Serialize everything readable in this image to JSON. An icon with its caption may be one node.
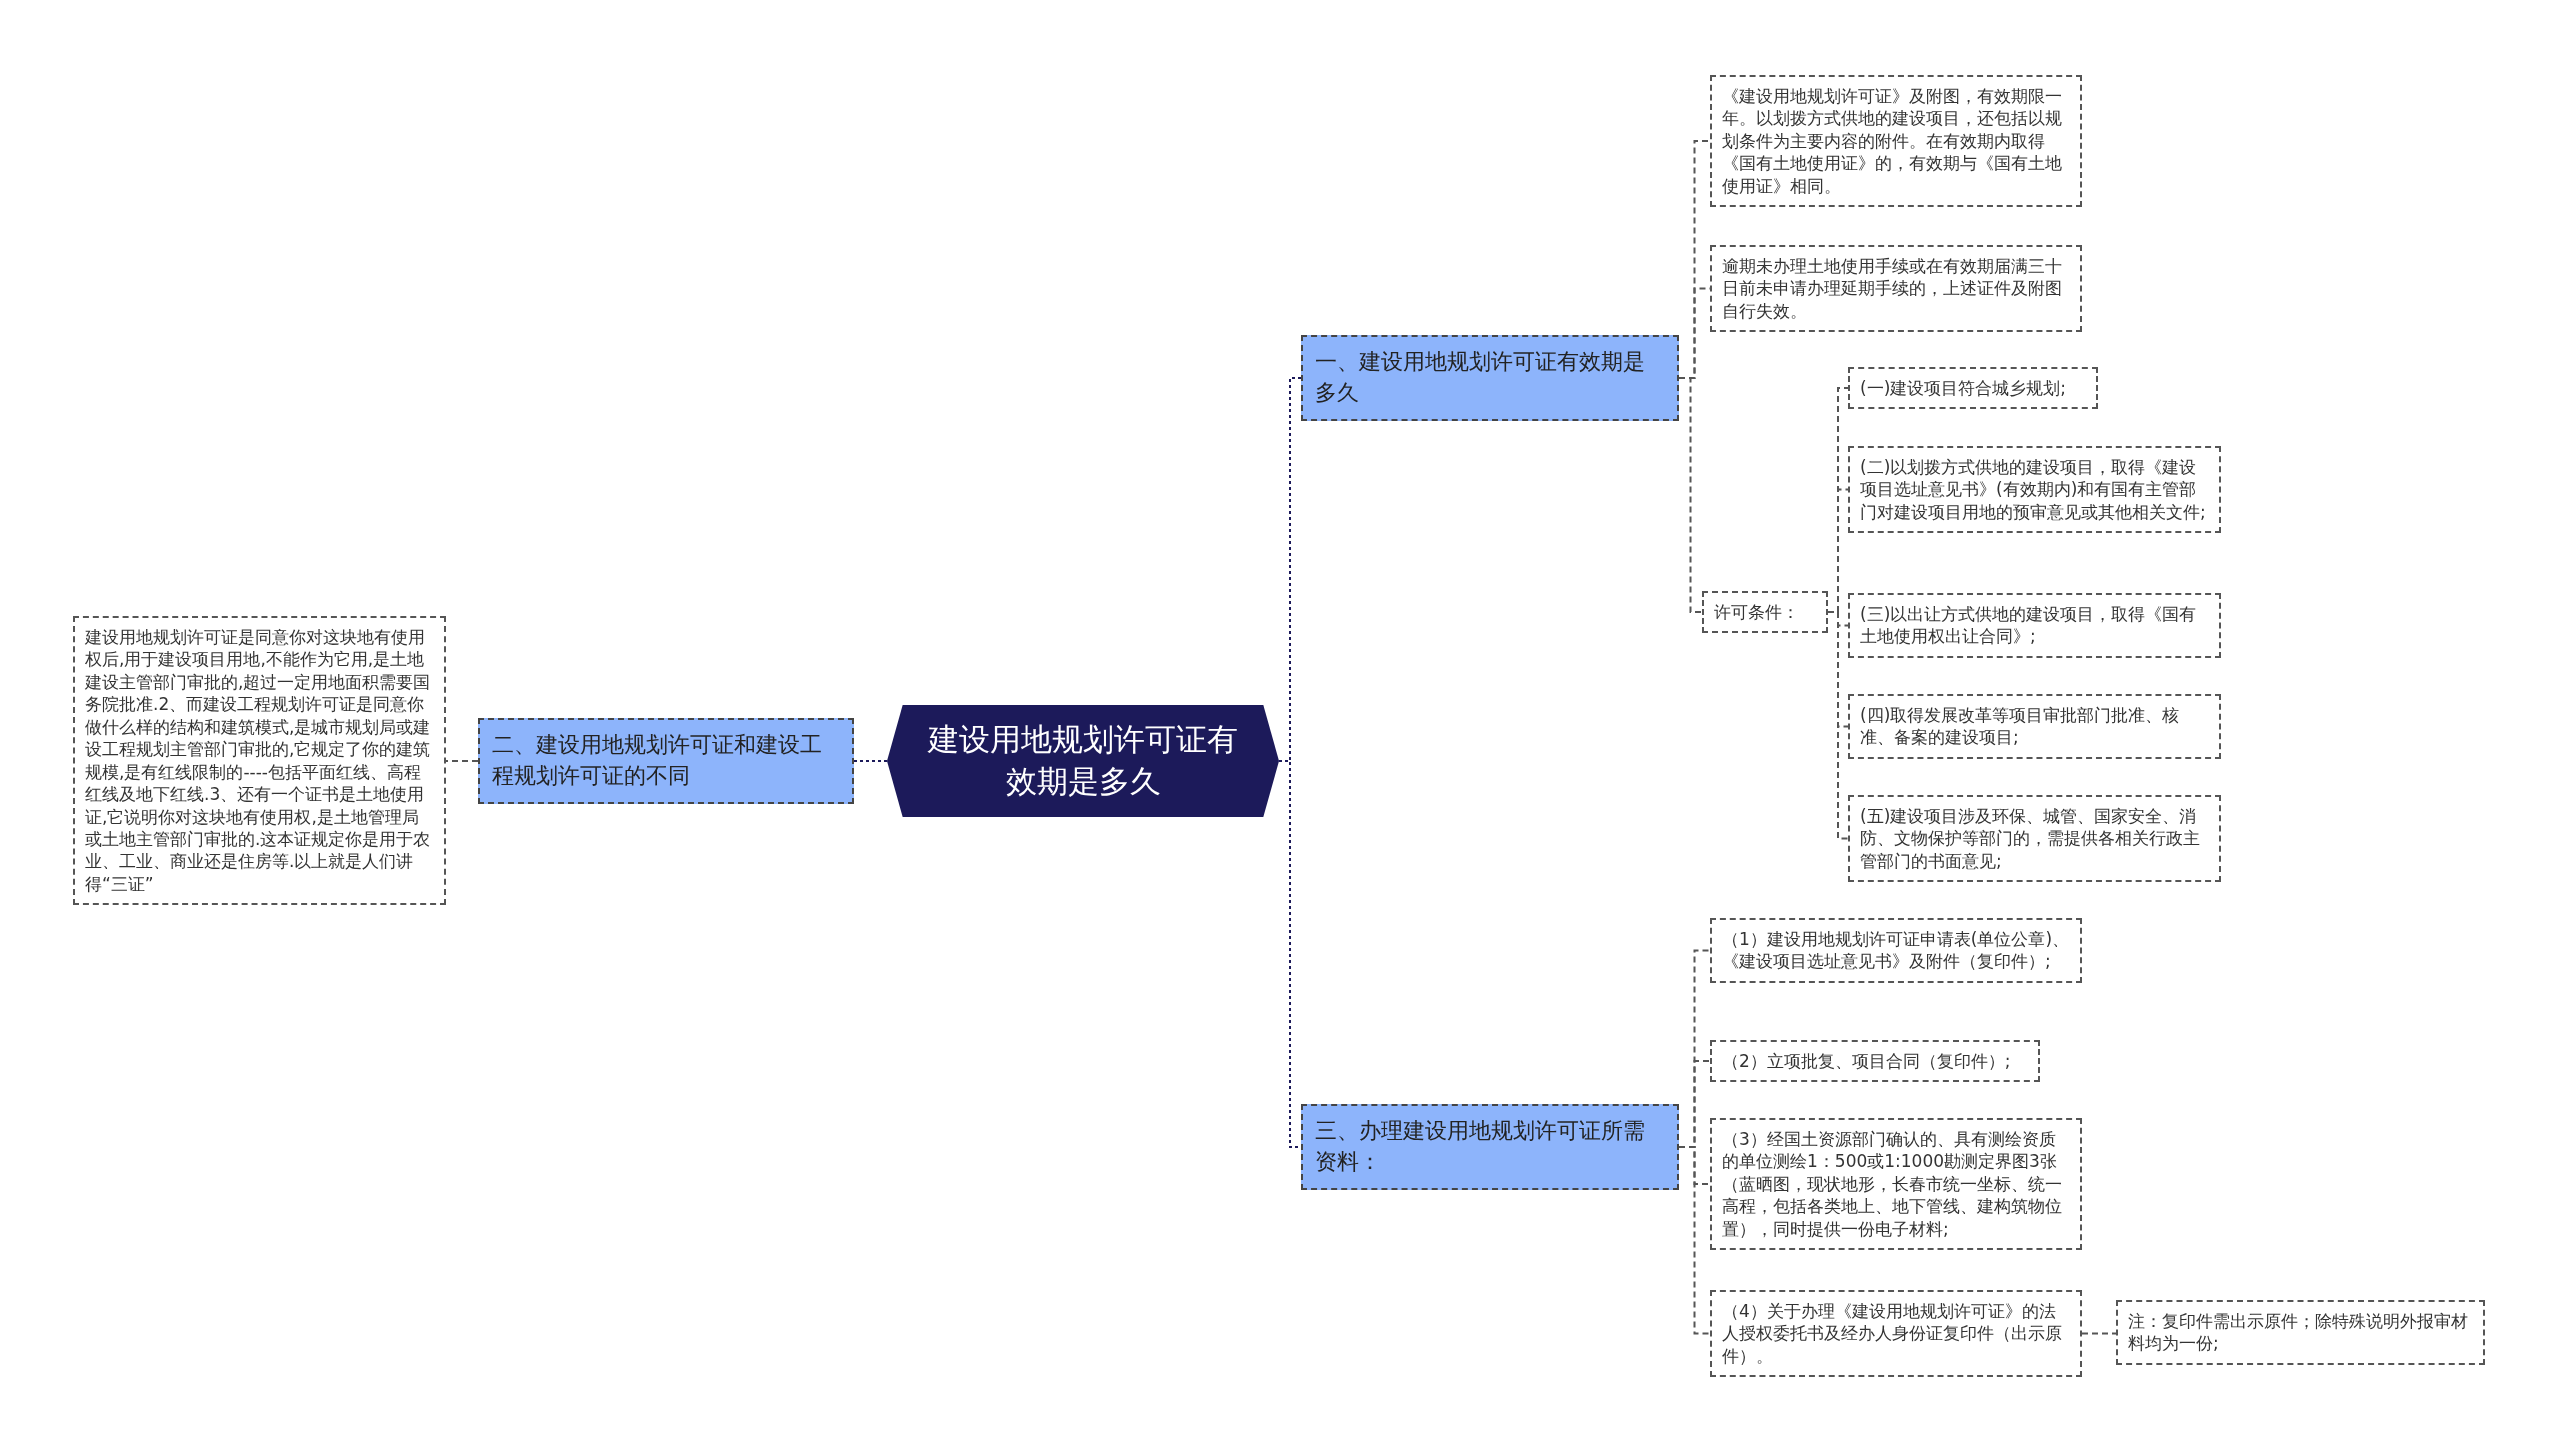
{
  "diagram": {
    "nodes": [
      {
        "text": [
          "建设用地规划许可证有效期是多久"
        ]
      },
      {
        "text": [
          "一、建设用地规划许可证有效期是多久"
        ]
      },
      {
        "text": [
          "《建设用地规划许可证》及附图，有效期限一年。以划拨方式供地的建设项目，还包括以规划条件为主要内容的附件。在有效期内取得《国有土地使用证》的，有效期与《国有土地使用证》相同。"
        ]
      },
      {
        "text": [
          "逾期未办理土地使用手续或在有效期届满三十日前未申请办理延期手续的，上述证件及附图自行失效。"
        ]
      },
      {
        "text": [
          "许可条件："
        ]
      },
      {
        "text": [
          "(一)建设项目符合城乡规划;"
        ]
      },
      {
        "text": [
          "(二)以划拨方式供地的建设项目，取得《建设项目选址意见书》(有效期内)和有国有主管部门对建设项目用地的预审意见或其他相关文件;"
        ]
      },
      {
        "text": [
          "(三)以出让方式供地的建设项目，取得《国有土地使用权出让合同》;"
        ]
      },
      {
        "text": [
          "(四)取得发展改革等项目审批部门批准、核准、备案的建设项目;"
        ]
      },
      {
        "text": [
          "(五)建设项目涉及环保、城管、国家安全、消防、文物保护等部门的，需提供各相关行政主管部门的书面意见;"
        ]
      },
      {
        "text": [
          "三、办理建设用地规划许可证所需资料："
        ]
      },
      {
        "text": [
          "（1）建设用地规划许可证申请表(单位公章)、《建设项目选址意见书》及附件（复印件）;"
        ]
      },
      {
        "text": [
          "（2）立项批复、项目合同（复印件）;"
        ]
      },
      {
        "text": [
          "（3）经国土资源部门确认的、具有测绘资质的单位测绘1：500或1:1000勘测定界图3张（蓝晒图，现状地形，长春市统一坐标、统一高程，包括各类地上、地下管线、建构筑物位置），同时提供一份电子材料;"
        ]
      },
      {
        "text": [
          "（4）关于办理《建设用地规划许可证》的法人授权委托书及经办人身份证复印件（出示原件）。"
        ]
      },
      {
        "text": [
          "注：复印件需出示原件；除特殊说明外报审材料均为一份;"
        ]
      },
      {
        "text": [
          "二、建设用地规划许可证和建设工程规划许可证的不同"
        ]
      },
      {
        "text": [
          "建设用地规划许可证是同意你对这块地有使用权后,用于建设项目用地,不能作为它用,是土地建设主管部门审批的,超过一定用地面积需要国务院批准.2、而建设工程规划许可证是同意你做什么样的结构和建筑模式,是城市规划局或建设工程规划主管部门审批的,它规定了你的建筑规模,是有红线限制的----包括平面红线、高程红线及地下红线.3、还有一个证书是土地使用证,它说明你对这块地有使用权,是土地管理局或土地主管部门审批的.这本证规定你是用于农业、工业、商业还是住房等.以上就是人们讲得“三证”"
        ]
      }
    ],
    "edges": [
      {
        "from": 0,
        "to": 1,
        "arrow": "none",
        "style": "dashed",
        "color": "#1c1a5a"
      },
      {
        "from": 0,
        "to": 10,
        "arrow": "none",
        "style": "dashed",
        "color": "#1c1a5a"
      },
      {
        "from": 0,
        "to": 16,
        "arrow": "none",
        "style": "dashed",
        "color": "#1c1a5a"
      },
      {
        "from": 1,
        "to": 2,
        "arrow": "none",
        "style": "dashed"
      },
      {
        "from": 1,
        "to": 3,
        "arrow": "none",
        "style": "dashed"
      },
      {
        "from": 1,
        "to": 4,
        "arrow": "none",
        "style": "dashed"
      },
      {
        "from": 4,
        "to": 5,
        "arrow": "none",
        "style": "dashed"
      },
      {
        "from": 4,
        "to": 6,
        "arrow": "none",
        "style": "dashed"
      },
      {
        "from": 4,
        "to": 7,
        "arrow": "none",
        "style": "dashed"
      },
      {
        "from": 4,
        "to": 8,
        "arrow": "none",
        "style": "dashed"
      },
      {
        "from": 4,
        "to": 9,
        "arrow": "none",
        "style": "dashed"
      },
      {
        "from": 10,
        "to": 11,
        "arrow": "none",
        "style": "dashed"
      },
      {
        "from": 10,
        "to": 12,
        "arrow": "none",
        "style": "dashed"
      },
      {
        "from": 10,
        "to": 13,
        "arrow": "none",
        "style": "dashed"
      },
      {
        "from": 10,
        "to": 14,
        "arrow": "none",
        "style": "dashed"
      },
      {
        "from": 14,
        "to": 15,
        "arrow": "none",
        "style": "dashed"
      },
      {
        "from": 16,
        "to": 17,
        "arrow": "none",
        "style": "dashed"
      }
    ]
  }
}
